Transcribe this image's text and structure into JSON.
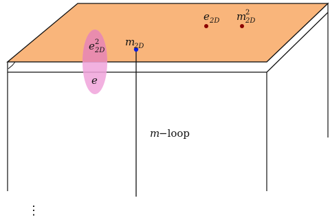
{
  "diagram": {
    "labels": {
      "e2D_base": "e",
      "e2D_sub": "2D",
      "m2D_sq_base": "m",
      "m2D_sq_sup": "2",
      "m2D_sq_sub": "2D",
      "e2D_sq_base": "e",
      "e2D_sq_sup": "2",
      "e2D_sq_sub": "2D",
      "m2D_base": "m",
      "m2D_sub": "2D",
      "e_bulk": "e",
      "mloop_italic": "m",
      "mloop_rest": "−loop",
      "ellipsis": "⋮"
    },
    "colors": {
      "plane_fill": "#F9B57B",
      "plane_stroke": "#111111",
      "slab_stroke": "#111111",
      "ellipse_fill": "#F0A3DA",
      "ellipse_overlap": "#E98CAE",
      "dot_dark_red": "#8B0000",
      "dot_blue": "#0A1FE0",
      "line_color": "#111111"
    }
  }
}
